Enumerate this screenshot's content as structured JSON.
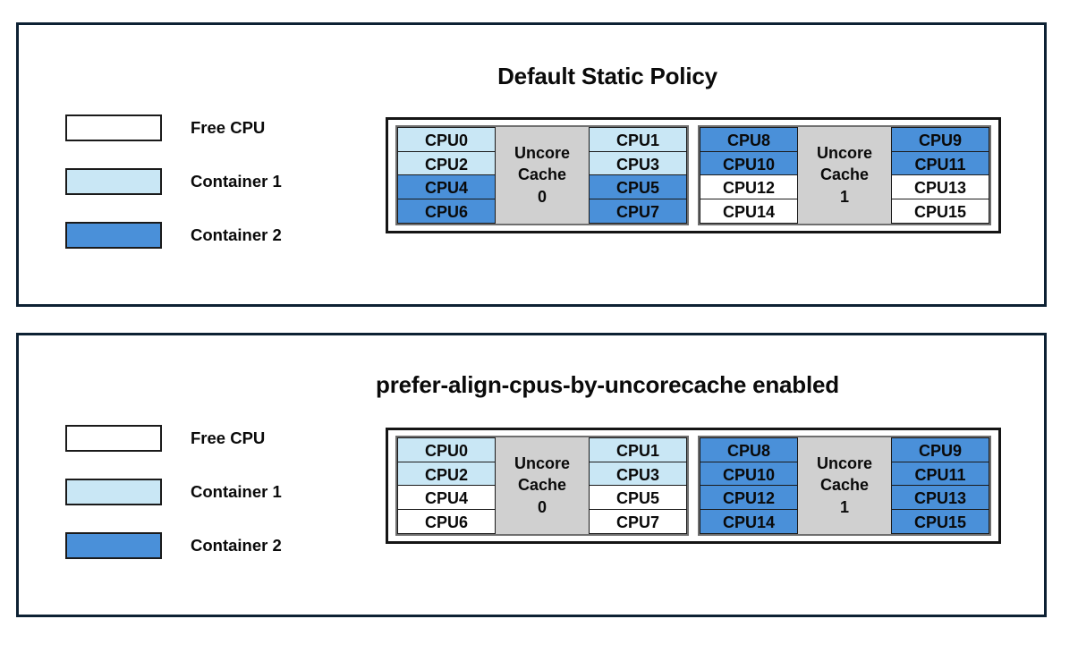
{
  "colors": {
    "free_cpu": "#ffffff",
    "container_1": "#c9e7f5",
    "container_2": "#4a90d9",
    "uncore_cache": "#d0d0d0",
    "panel_border": "#0d2133",
    "cell_border": "#1a1a1a"
  },
  "legend": {
    "items": [
      {
        "label": "Free CPU",
        "fill": "free"
      },
      {
        "label": "Container 1",
        "fill": "c1"
      },
      {
        "label": "Container 2",
        "fill": "c2"
      }
    ]
  },
  "panels": [
    {
      "title": "Default Static Policy",
      "groups": [
        {
          "cache_lines": [
            "Uncore",
            "Cache",
            "0"
          ],
          "left_column": [
            {
              "label": "CPU0",
              "fill": "c1"
            },
            {
              "label": "CPU2",
              "fill": "c1"
            },
            {
              "label": "CPU4",
              "fill": "c2"
            },
            {
              "label": "CPU6",
              "fill": "c2"
            }
          ],
          "right_column": [
            {
              "label": "CPU1",
              "fill": "c1"
            },
            {
              "label": "CPU3",
              "fill": "c1"
            },
            {
              "label": "CPU5",
              "fill": "c2"
            },
            {
              "label": "CPU7",
              "fill": "c2"
            }
          ]
        },
        {
          "cache_lines": [
            "Uncore",
            "Cache",
            "1"
          ],
          "left_column": [
            {
              "label": "CPU8",
              "fill": "c2"
            },
            {
              "label": "CPU10",
              "fill": "c2"
            },
            {
              "label": "CPU12",
              "fill": "free"
            },
            {
              "label": "CPU14",
              "fill": "free"
            }
          ],
          "right_column": [
            {
              "label": "CPU9",
              "fill": "c2"
            },
            {
              "label": "CPU11",
              "fill": "c2"
            },
            {
              "label": "CPU13",
              "fill": "free"
            },
            {
              "label": "CPU15",
              "fill": "free"
            }
          ]
        }
      ]
    },
    {
      "title": "prefer-align-cpus-by-uncorecache enabled",
      "groups": [
        {
          "cache_lines": [
            "Uncore",
            "Cache",
            "0"
          ],
          "left_column": [
            {
              "label": "CPU0",
              "fill": "c1"
            },
            {
              "label": "CPU2",
              "fill": "c1"
            },
            {
              "label": "CPU4",
              "fill": "free"
            },
            {
              "label": "CPU6",
              "fill": "free"
            }
          ],
          "right_column": [
            {
              "label": "CPU1",
              "fill": "c1"
            },
            {
              "label": "CPU3",
              "fill": "c1"
            },
            {
              "label": "CPU5",
              "fill": "free"
            },
            {
              "label": "CPU7",
              "fill": "free"
            }
          ]
        },
        {
          "cache_lines": [
            "Uncore",
            "Cache",
            "1"
          ],
          "left_column": [
            {
              "label": "CPU8",
              "fill": "c2"
            },
            {
              "label": "CPU10",
              "fill": "c2"
            },
            {
              "label": "CPU12",
              "fill": "c2"
            },
            {
              "label": "CPU14",
              "fill": "c2"
            }
          ],
          "right_column": [
            {
              "label": "CPU9",
              "fill": "c2"
            },
            {
              "label": "CPU11",
              "fill": "c2"
            },
            {
              "label": "CPU13",
              "fill": "c2"
            },
            {
              "label": "CPU15",
              "fill": "c2"
            }
          ]
        }
      ]
    }
  ]
}
